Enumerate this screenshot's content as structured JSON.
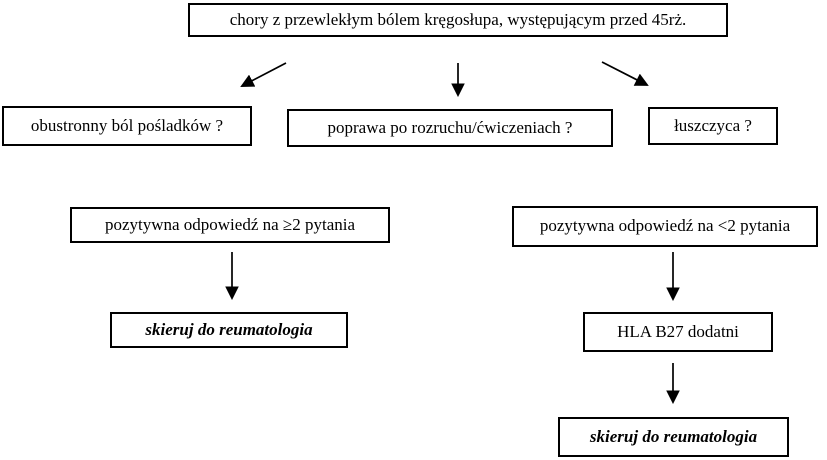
{
  "diagram": {
    "description": "flowchart",
    "nodes": {
      "root": "chory z przewlekłym bólem kręgosłupa, występującym przed 45rż.",
      "question_buttocks": "obustronny ból pośladków ?",
      "question_exercise": "poprawa po rozruchu/ćwiczeniach ?",
      "question_psoriasis": "łuszczyca ?",
      "branch_positive": "pozytywna odpowiedź na ≥2 pytania",
      "branch_negative": "pozytywna odpowiedź na <2 pytania",
      "refer_left": "skieruj do reumatologia",
      "hla_test": "HLA B27 dodatni",
      "refer_right": "skieruj do reumatologia"
    },
    "colors": {
      "border": "#000000",
      "text": "#000000",
      "background": "#ffffff",
      "arrow": "#000000"
    }
  }
}
